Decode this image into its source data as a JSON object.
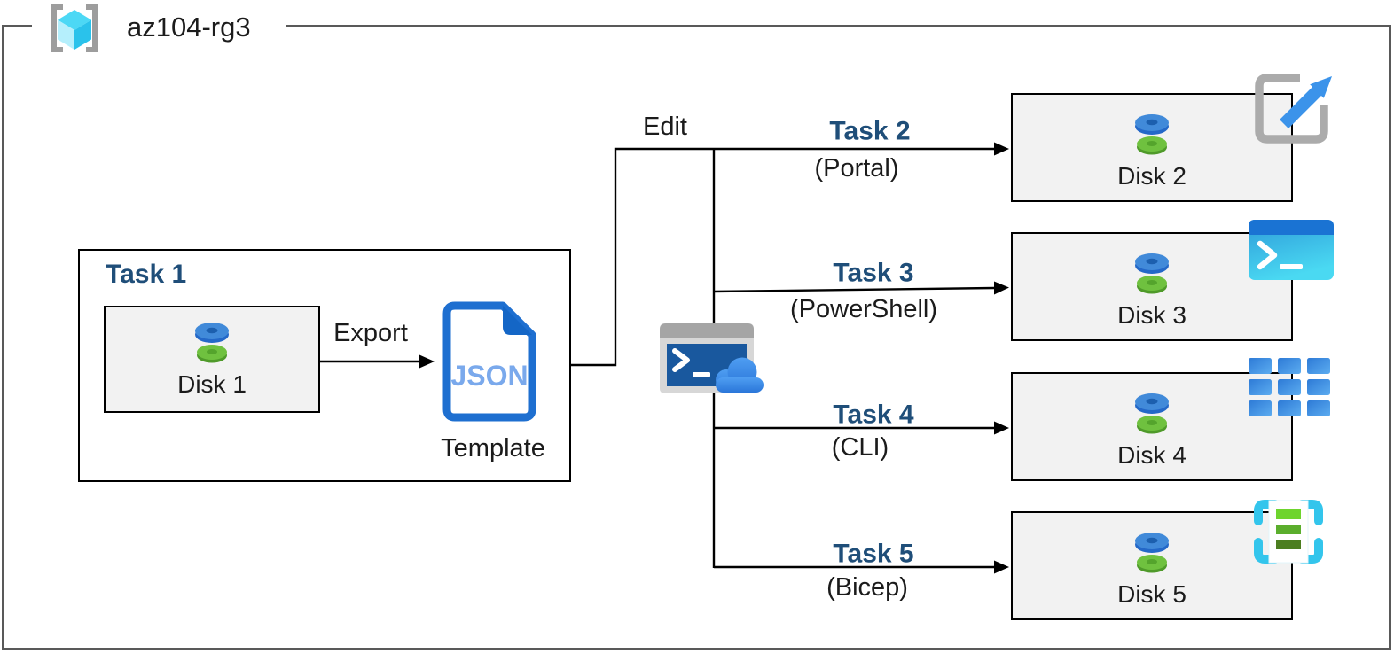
{
  "resource_group": {
    "name": "az104-rg3",
    "icon": "resource-group-icon"
  },
  "task1": {
    "title": "Task 1",
    "disk_label": "Disk 1",
    "disk_icon": "managed-disk-icon",
    "export_label": "Export",
    "template_icon": "json-file-icon",
    "template_file_type": "JSON",
    "template_label": "Template"
  },
  "edit_label": "Edit",
  "center_icon": "cloud-shell-icon",
  "tasks": [
    {
      "title": "Task 2",
      "method": "(Portal)",
      "disk_label": "Disk 2",
      "corner_icon": "resize-arrow-icon"
    },
    {
      "title": "Task 3",
      "method": "(PowerShell)",
      "disk_label": "Disk 3",
      "corner_icon": "powershell-icon"
    },
    {
      "title": "Task 4",
      "method": "(CLI)",
      "disk_label": "Disk 4",
      "corner_icon": "cli-grid-icon"
    },
    {
      "title": "Task 5",
      "method": "(Bicep)",
      "disk_label": "Disk 5",
      "corner_icon": "arm-template-icon"
    }
  ],
  "colors": {
    "task_title": "#1F4E79",
    "outer_border": "#595959",
    "node_fill": "#F2F2F2",
    "node_border": "#000000",
    "connector": "#000000",
    "json_blue": "#1E6FD0",
    "json_fold_blue": "#1466C6",
    "json_text_blue": "#7AA9EC",
    "disk_blue": "#3E86D8",
    "disk_green": "#6CBE3F",
    "cyan_bracket": "#33C5EC",
    "terminal_blue": "#19589E"
  }
}
